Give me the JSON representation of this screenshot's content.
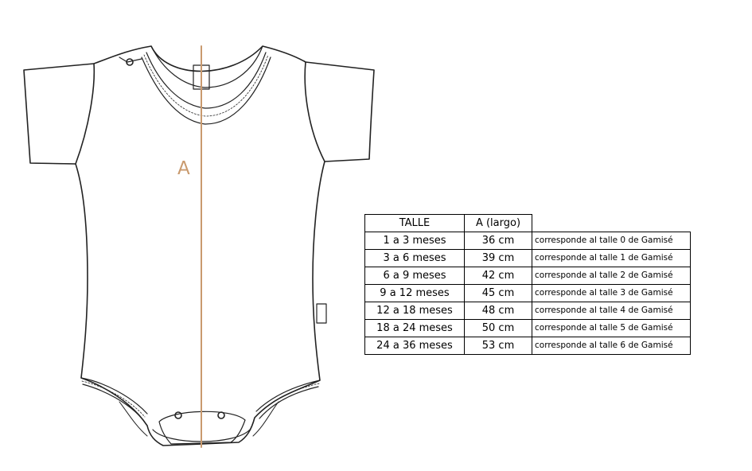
{
  "diagram": {
    "measure_label": "A"
  },
  "table": {
    "headers": [
      "TALLE",
      "A (largo)",
      ""
    ],
    "rows": [
      [
        "1 a 3 meses",
        "36 cm",
        "corresponde al talle 0 de Gamisé"
      ],
      [
        "3 a 6 meses",
        "39 cm",
        "corresponde al talle 1 de Gamisé"
      ],
      [
        "6 a 9 meses",
        "42 cm",
        "corresponde al talle 2 de Gamisé"
      ],
      [
        "9 a 12 meses",
        "45 cm",
        "corresponde al talle 3 de Gamisé"
      ],
      [
        "12 a 18 meses",
        "48 cm",
        "corresponde al talle 4 de Gamisé"
      ],
      [
        "18 a 24 meses",
        "50 cm",
        "corresponde al talle 5 de Gamisé"
      ],
      [
        "24 a 36 meses",
        "53 cm",
        "corresponde al talle 6 de Gamisé"
      ]
    ]
  },
  "colors": {
    "outline": "#222222",
    "measure_line": "#c99a6e"
  }
}
